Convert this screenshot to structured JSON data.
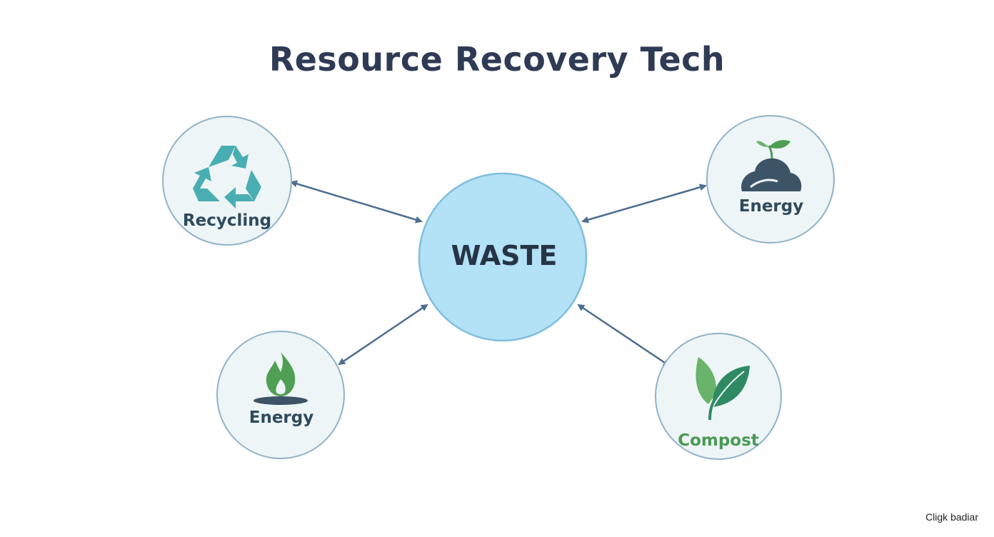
{
  "title": "Resource Recovery Tech",
  "center": {
    "label": "WASTE"
  },
  "nodes": [
    {
      "id": "recycling",
      "label": "Recycling",
      "icon": "recycle-icon",
      "label_color": "#2f4a5c"
    },
    {
      "id": "energy-top",
      "label": "Energy",
      "icon": "biomass-sprout-icon",
      "label_color": "#2f4a5c"
    },
    {
      "id": "energy-bottom",
      "label": "Energy",
      "icon": "flame-icon",
      "label_color": "#2f4a5c"
    },
    {
      "id": "compost",
      "label": "Compost",
      "icon": "leaf-icon",
      "label_color": "#4a9a54"
    }
  ],
  "footer": {
    "note": "Cligk badiar"
  },
  "colors": {
    "title": "#2f3b55",
    "center_fill": "#b3e1f5",
    "center_stroke": "#7fbede",
    "node_fill": "#eef5f7",
    "node_stroke": "#8fb3c9",
    "arrow": "#4d6e8f",
    "recycle": "#49aeb1",
    "flame": "#4f9f54",
    "dark_slate": "#3c5466",
    "leaf_light": "#69b36a",
    "leaf_dark": "#2f8a63"
  }
}
